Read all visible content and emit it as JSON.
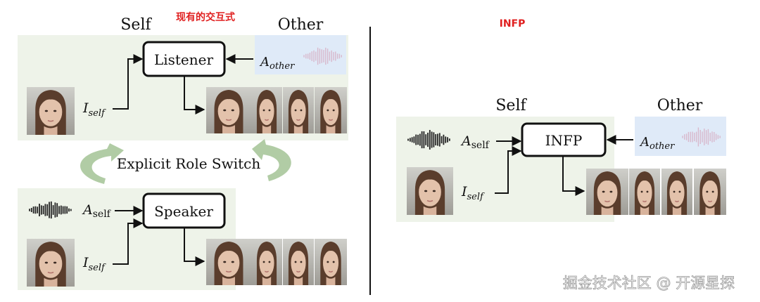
{
  "left": {
    "self_label": "Self",
    "title_cn": "现有的交互式",
    "other_label": "Other",
    "listener_label": "Listener",
    "speaker_label": "Speaker",
    "a_other": "A",
    "a_other_sub": "other",
    "i_self_top": "I",
    "i_self_top_sub": "self",
    "a_self": "A",
    "a_self_sub": "self",
    "i_self_bottom": "I",
    "i_self_bottom_sub": "self",
    "role_switch": "Explicit Role Switch"
  },
  "right": {
    "title": "INFP",
    "self_label": "Self",
    "other_label": "Other",
    "box_label": "INFP",
    "a_self": "A",
    "a_self_sub": "self",
    "a_other": "A",
    "a_other_sub": "other",
    "i_self": "I",
    "i_self_sub": "self"
  },
  "watermark": "掘金技术社区 @ 开源星探",
  "colors": {
    "panel_bg": "#eef3e9",
    "other_bg": "#dfeaf8",
    "arrow_green": "#a9c79b",
    "title_red": "#e02020",
    "divider": "#111111"
  }
}
